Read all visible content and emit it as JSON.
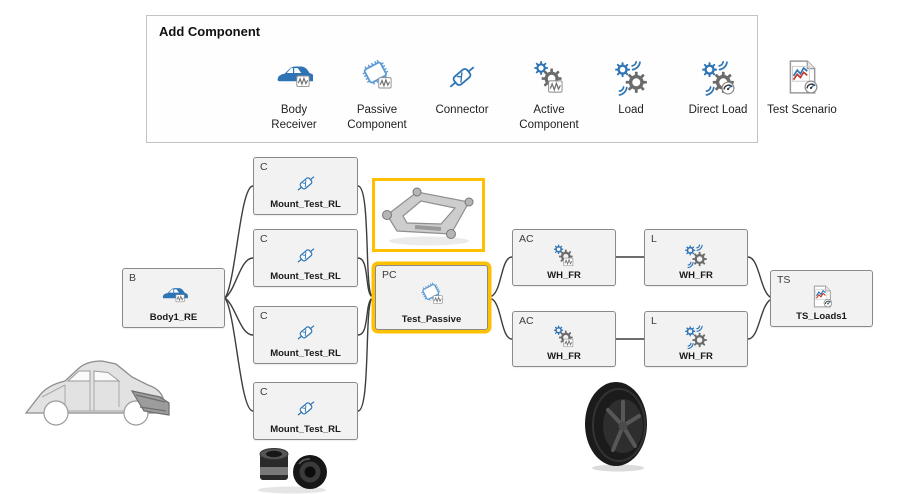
{
  "toolbar": {
    "title": "Add Component",
    "items": [
      {
        "label": "Body\nReceiver",
        "icon": "body-receiver-icon"
      },
      {
        "label": "Passive\nComponent",
        "icon": "passive-component-icon"
      },
      {
        "label": "Connector",
        "icon": "connector-icon"
      },
      {
        "label": "Active\nComponent",
        "icon": "active-component-icon"
      },
      {
        "label": "Load",
        "icon": "load-icon"
      },
      {
        "label": "Direct Load",
        "icon": "direct-load-icon"
      },
      {
        "label": "Test Scenario",
        "icon": "test-scenario-icon"
      }
    ]
  },
  "graph": {
    "nodes": [
      {
        "type": "B",
        "name": "Body1_RE",
        "icon": "body-receiver-icon",
        "selected": false
      },
      {
        "type": "C",
        "name": "Mount_Test_RL",
        "icon": "connector-icon",
        "selected": false
      },
      {
        "type": "C",
        "name": "Mount_Test_RL",
        "icon": "connector-icon",
        "selected": false
      },
      {
        "type": "C",
        "name": "Mount_Test_RL",
        "icon": "connector-icon",
        "selected": false
      },
      {
        "type": "C",
        "name": "Mount_Test_RL",
        "icon": "connector-icon",
        "selected": false
      },
      {
        "type": "PC",
        "name": "Test_Passive",
        "icon": "passive-component-icon",
        "selected": true
      },
      {
        "type": "AC",
        "name": "WH_FR",
        "icon": "active-component-icon",
        "selected": false
      },
      {
        "type": "AC",
        "name": "WH_FR",
        "icon": "active-component-icon",
        "selected": false
      },
      {
        "type": "L",
        "name": "WH_FR",
        "icon": "load-icon",
        "selected": false
      },
      {
        "type": "L",
        "name": "WH_FR",
        "icon": "load-icon",
        "selected": false
      },
      {
        "type": "TS",
        "name": "TS_Loads1",
        "icon": "test-scenario-icon",
        "selected": false
      }
    ],
    "colors": {
      "selection": "#FFC000",
      "node_background": "#F2F2F2",
      "node_border": "#8A8A8A",
      "edge": "#3D3D3D",
      "accent_blue": "#2E74B5"
    }
  },
  "photos": [
    {
      "name": "subframe-photo",
      "selected": true
    },
    {
      "name": "car-body-photo",
      "selected": false
    },
    {
      "name": "bushing-photo",
      "selected": false
    },
    {
      "name": "tire-photo",
      "selected": false
    }
  ]
}
